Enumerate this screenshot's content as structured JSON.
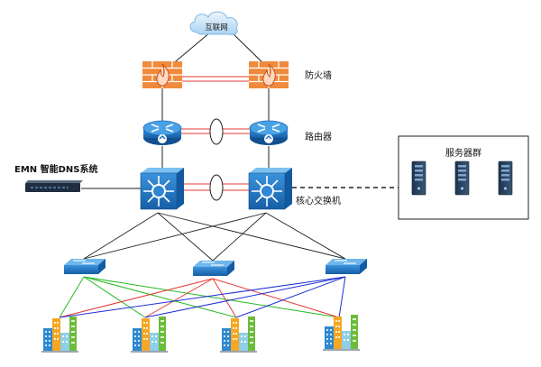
{
  "labels": {
    "internet": "互联网",
    "firewall": "防火墙",
    "router": "路由器",
    "dns": "EMN 智能DNS系统",
    "core_switch": "核心交换机",
    "server_cluster": "服务器群"
  },
  "icons": {
    "cloud": "internet-cloud-icon",
    "firewall": "firewall-icon",
    "router": "router-icon",
    "core_switch": "layer3-switch-icon",
    "access_switch": "access-switch-icon",
    "dns_device": "dns-appliance-icon",
    "server": "server-icon",
    "building": "building-icon"
  },
  "colors": {
    "device_blue": "#1f78c8",
    "firewall_orange": "#f08a3c",
    "ha_link_red": "#e53935",
    "uplink_green": "#22bb22",
    "uplink_red": "#e53935",
    "uplink_blue": "#1c2fd4"
  }
}
